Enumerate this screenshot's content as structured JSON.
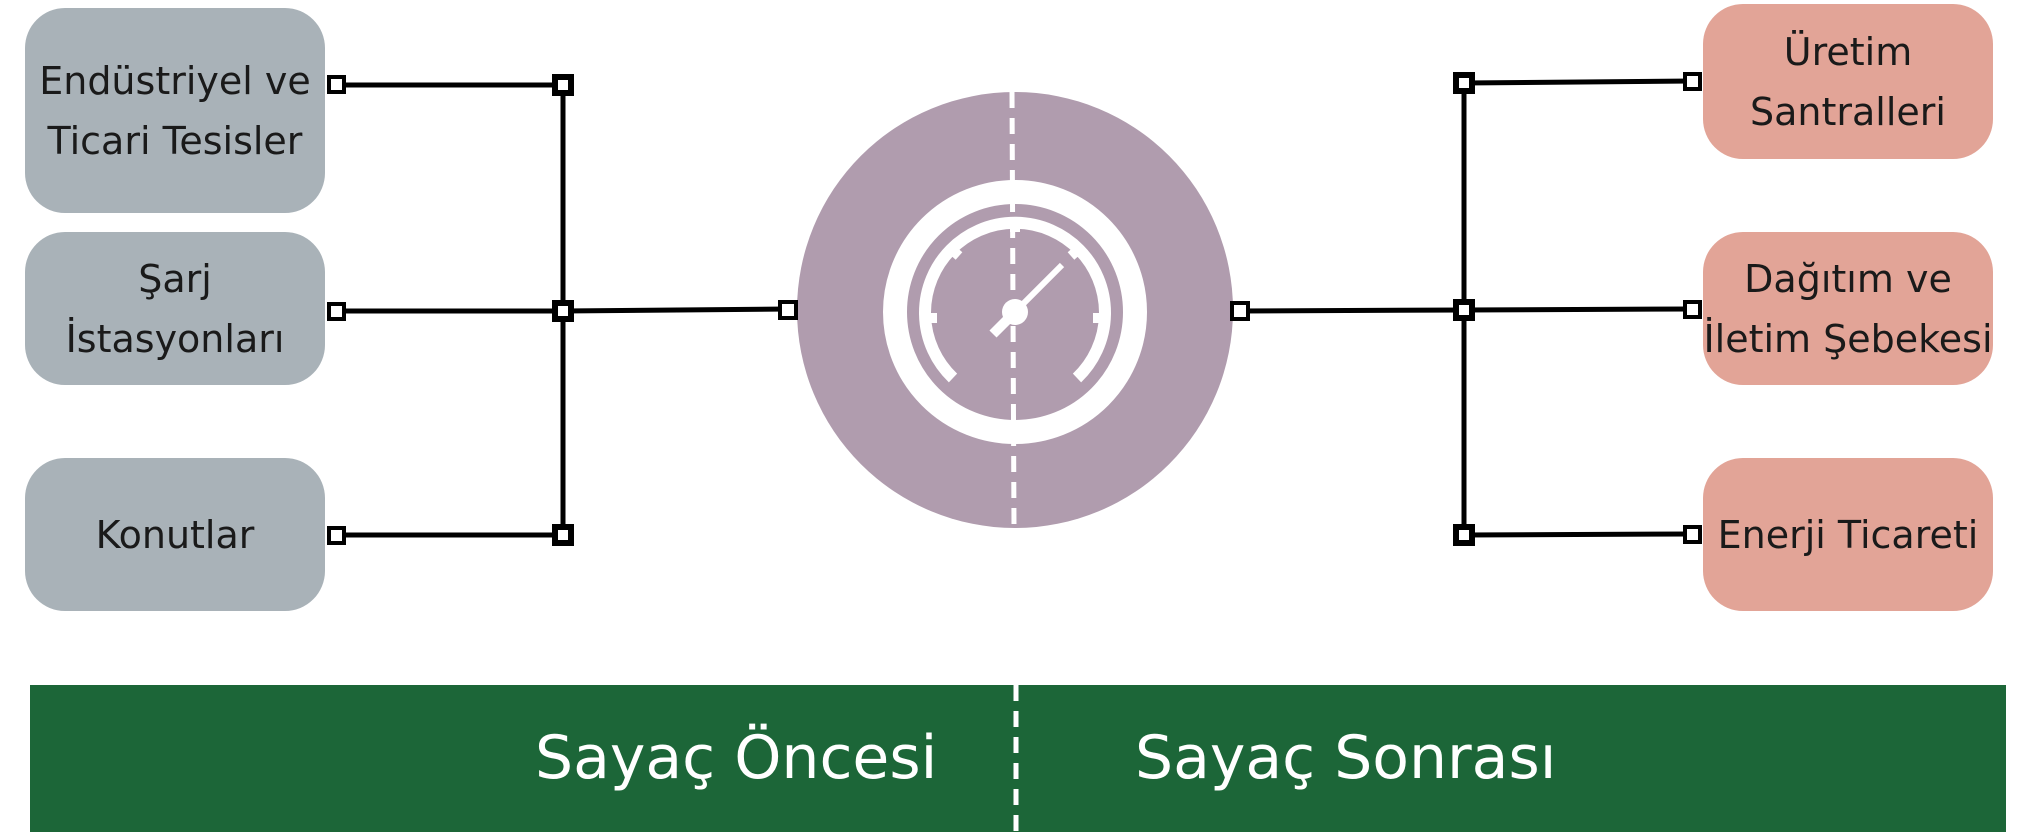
{
  "sources": [
    {
      "id": "industrial",
      "label": "Endüstriyel ve\nTicari Tesisler"
    },
    {
      "id": "charging",
      "label": "Şarj İstasyonları"
    },
    {
      "id": "residential",
      "label": "Konutlar"
    }
  ],
  "targets": [
    {
      "id": "generation",
      "label": "Üretim\nSantralleri"
    },
    {
      "id": "grid",
      "label": "Dağıtım ve\nİletim Şebekesi"
    },
    {
      "id": "trading",
      "label": "Enerji Ticareti"
    }
  ],
  "meter": {
    "icon": "gauge-meter-icon"
  },
  "footer": {
    "before_meter": "Sayaç Öncesi",
    "after_meter": "Sayaç Sonrası"
  },
  "colors": {
    "left_box": "#a9b2b8",
    "right_box": "#e2a497",
    "meter_circle": "#b09cae",
    "footer_band": "#1c6638",
    "connector": "#000000"
  }
}
